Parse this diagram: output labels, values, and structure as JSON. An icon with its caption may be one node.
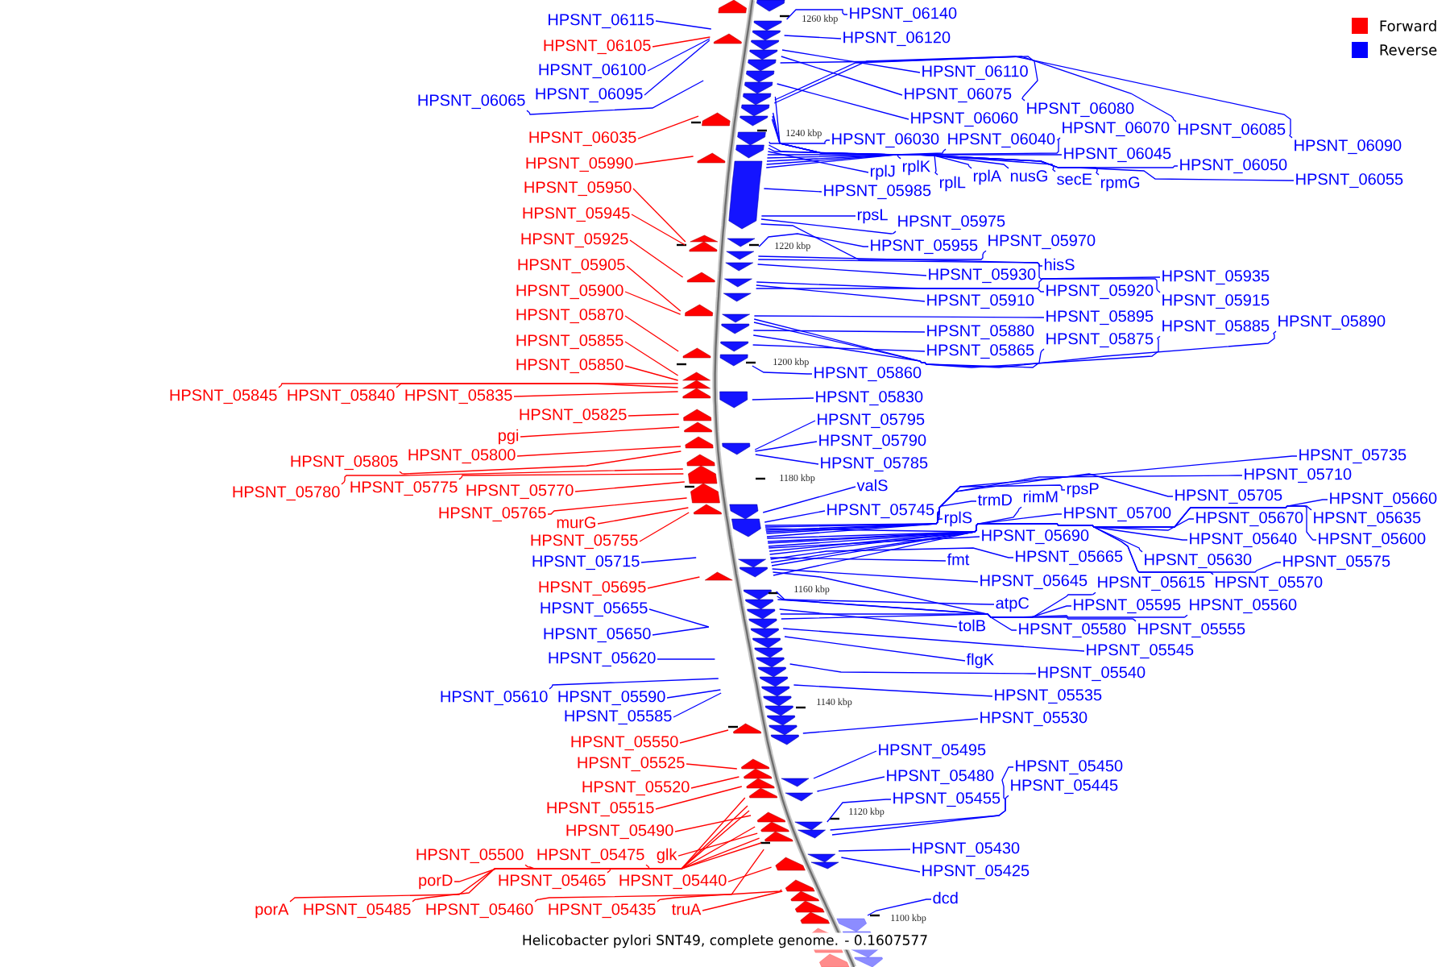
{
  "diagram": {
    "caption": "Helicobacter pylori SNT49, complete genome. - 0.1607577",
    "nodes": [
      {
        "text": [
          "HPSNT_06115"
        ]
      },
      {
        "text": [
          "HPSNT_06105"
        ]
      },
      {
        "text": [
          "HPSNT_06100"
        ]
      },
      {
        "text": [
          "HPSNT_06095"
        ]
      },
      {
        "text": [
          "HPSNT_06065"
        ]
      },
      {
        "text": [
          "HPSNT_06035"
        ]
      },
      {
        "text": [
          "HPSNT_05990"
        ]
      },
      {
        "text": [
          "HPSNT_05950"
        ]
      },
      {
        "text": [
          "HPSNT_05945"
        ]
      },
      {
        "text": [
          "HPSNT_05925"
        ]
      },
      {
        "text": [
          "HPSNT_05905"
        ]
      },
      {
        "text": [
          "HPSNT_05900"
        ]
      },
      {
        "text": [
          "HPSNT_05870"
        ]
      },
      {
        "text": [
          "HPSNT_05855"
        ]
      },
      {
        "text": [
          "HPSNT_05850"
        ]
      },
      {
        "text": [
          "HPSNT_05845"
        ]
      },
      {
        "text": [
          "HPSNT_05840"
        ]
      },
      {
        "text": [
          "HPSNT_05835"
        ]
      },
      {
        "text": [
          "HPSNT_05825"
        ]
      },
      {
        "text": [
          "pgi"
        ]
      },
      {
        "text": [
          "HPSNT_05805"
        ]
      },
      {
        "text": [
          "HPSNT_05800"
        ]
      },
      {
        "text": [
          "HPSNT_05780"
        ]
      },
      {
        "text": [
          "HPSNT_05775"
        ]
      },
      {
        "text": [
          "HPSNT_05770"
        ]
      },
      {
        "text": [
          "HPSNT_05765"
        ]
      },
      {
        "text": [
          "murG"
        ]
      },
      {
        "text": [
          "HPSNT_05755"
        ]
      },
      {
        "text": [
          "HPSNT_05715"
        ]
      },
      {
        "text": [
          "HPSNT_05695"
        ]
      },
      {
        "text": [
          "HPSNT_05655"
        ]
      },
      {
        "text": [
          "HPSNT_05650"
        ]
      },
      {
        "text": [
          "HPSNT_05620"
        ]
      },
      {
        "text": [
          "HPSNT_05610"
        ]
      },
      {
        "text": [
          "HPSNT_05590"
        ]
      },
      {
        "text": [
          "HPSNT_05585"
        ]
      },
      {
        "text": [
          "HPSNT_05550"
        ]
      },
      {
        "text": [
          "HPSNT_05525"
        ]
      },
      {
        "text": [
          "HPSNT_05520"
        ]
      },
      {
        "text": [
          "HPSNT_05515"
        ]
      },
      {
        "text": [
          "HPSNT_05490"
        ]
      },
      {
        "text": [
          "HPSNT_05500"
        ]
      },
      {
        "text": [
          "HPSNT_05475"
        ]
      },
      {
        "text": [
          "glk"
        ]
      },
      {
        "text": [
          "porD"
        ]
      },
      {
        "text": [
          "HPSNT_05465"
        ]
      },
      {
        "text": [
          "HPSNT_05440"
        ]
      },
      {
        "text": [
          "porA"
        ]
      },
      {
        "text": [
          "HPSNT_05485"
        ]
      },
      {
        "text": [
          "HPSNT_05460"
        ]
      },
      {
        "text": [
          "HPSNT_05435"
        ]
      },
      {
        "text": [
          "truA"
        ]
      },
      {
        "text": [
          "HPSNT_06140"
        ]
      },
      {
        "text": [
          "HPSNT_06120"
        ]
      },
      {
        "text": [
          "HPSNT_06110"
        ]
      },
      {
        "text": [
          "HPSNT_06075"
        ]
      },
      {
        "text": [
          "HPSNT_06080"
        ]
      },
      {
        "text": [
          "HPSNT_06060"
        ]
      },
      {
        "text": [
          "HPSNT_06070"
        ]
      },
      {
        "text": [
          "HPSNT_06085"
        ]
      },
      {
        "text": [
          "HPSNT_06090"
        ]
      },
      {
        "text": [
          "HPSNT_06030"
        ]
      },
      {
        "text": [
          "HPSNT_06040"
        ]
      },
      {
        "text": [
          "HPSNT_06045"
        ]
      },
      {
        "text": [
          "HPSNT_06050"
        ]
      },
      {
        "text": [
          "HPSNT_06055"
        ]
      },
      {
        "text": [
          "rplJ"
        ]
      },
      {
        "text": [
          "rplK"
        ]
      },
      {
        "text": [
          "rplL"
        ]
      },
      {
        "text": [
          "rplA"
        ]
      },
      {
        "text": [
          "nusG"
        ]
      },
      {
        "text": [
          "secE"
        ]
      },
      {
        "text": [
          "rpmG"
        ]
      },
      {
        "text": [
          "HPSNT_05985"
        ]
      },
      {
        "text": [
          "rpsL"
        ]
      },
      {
        "text": [
          "HPSNT_05975"
        ]
      },
      {
        "text": [
          "HPSNT_05970"
        ]
      },
      {
        "text": [
          "HPSNT_05955"
        ]
      },
      {
        "text": [
          "hisS"
        ]
      },
      {
        "text": [
          "HPSNT_05930"
        ]
      },
      {
        "text": [
          "HPSNT_05935"
        ]
      },
      {
        "text": [
          "HPSNT_05920"
        ]
      },
      {
        "text": [
          "HPSNT_05910"
        ]
      },
      {
        "text": [
          "HPSNT_05915"
        ]
      },
      {
        "text": [
          "HPSNT_05895"
        ]
      },
      {
        "text": [
          "HPSNT_05890"
        ]
      },
      {
        "text": [
          "HPSNT_05885"
        ]
      },
      {
        "text": [
          "HPSNT_05880"
        ]
      },
      {
        "text": [
          "HPSNT_05875"
        ]
      },
      {
        "text": [
          "HPSNT_05865"
        ]
      },
      {
        "text": [
          "HPSNT_05860"
        ]
      },
      {
        "text": [
          "HPSNT_05830"
        ]
      },
      {
        "text": [
          "HPSNT_05795"
        ]
      },
      {
        "text": [
          "HPSNT_05790"
        ]
      },
      {
        "text": [
          "HPSNT_05785"
        ]
      },
      {
        "text": [
          "HPSNT_05735"
        ]
      },
      {
        "text": [
          "HPSNT_05710"
        ]
      },
      {
        "text": [
          "valS"
        ]
      },
      {
        "text": [
          "rpsP"
        ]
      },
      {
        "text": [
          "rimM"
        ]
      },
      {
        "text": [
          "trmD"
        ]
      },
      {
        "text": [
          "HPSNT_05705"
        ]
      },
      {
        "text": [
          "HPSNT_05660"
        ]
      },
      {
        "text": [
          "HPSNT_05745"
        ]
      },
      {
        "text": [
          "rplS"
        ]
      },
      {
        "text": [
          "HPSNT_05700"
        ]
      },
      {
        "text": [
          "HPSNT_05670"
        ]
      },
      {
        "text": [
          "HPSNT_05635"
        ]
      },
      {
        "text": [
          "HPSNT_05690"
        ]
      },
      {
        "text": [
          "HPSNT_05640"
        ]
      },
      {
        "text": [
          "HPSNT_05600"
        ]
      },
      {
        "text": [
          "fmt"
        ]
      },
      {
        "text": [
          "HPSNT_05665"
        ]
      },
      {
        "text": [
          "HPSNT_05630"
        ]
      },
      {
        "text": [
          "HPSNT_05575"
        ]
      },
      {
        "text": [
          "HPSNT_05645"
        ]
      },
      {
        "text": [
          "HPSNT_05615"
        ]
      },
      {
        "text": [
          "HPSNT_05570"
        ]
      },
      {
        "text": [
          "atpC"
        ]
      },
      {
        "text": [
          "HPSNT_05595"
        ]
      },
      {
        "text": [
          "HPSNT_05560"
        ]
      },
      {
        "text": [
          "tolB"
        ]
      },
      {
        "text": [
          "HPSNT_05580"
        ]
      },
      {
        "text": [
          "HPSNT_05555"
        ]
      },
      {
        "text": [
          "HPSNT_05545"
        ]
      },
      {
        "text": [
          "flgK"
        ]
      },
      {
        "text": [
          "HPSNT_05540"
        ]
      },
      {
        "text": [
          "HPSNT_05535"
        ]
      },
      {
        "text": [
          "HPSNT_05530"
        ]
      },
      {
        "text": [
          "HPSNT_05495"
        ]
      },
      {
        "text": [
          "HPSNT_05450"
        ]
      },
      {
        "text": [
          "HPSNT_05480"
        ]
      },
      {
        "text": [
          "HPSNT_05445"
        ]
      },
      {
        "text": [
          "HPSNT_05455"
        ]
      },
      {
        "text": [
          "HPSNT_05430"
        ]
      },
      {
        "text": [
          "HPSNT_05425"
        ]
      },
      {
        "text": [
          "dcd"
        ]
      },
      {
        "text": [],
        "shape": "picture"
      }
    ],
    "edges": [
      {
        "from": 0,
        "to": 137,
        "arrow": "none"
      },
      {
        "from": 1,
        "to": 137,
        "arrow": "none",
        "color": "#ff0000"
      },
      {
        "from": 2,
        "to": 137,
        "arrow": "none"
      },
      {
        "from": 3,
        "to": 137,
        "arrow": "none"
      },
      {
        "from": 4,
        "to": 137,
        "arrow": "none"
      },
      {
        "from": 5,
        "to": 137,
        "arrow": "none",
        "color": "#ff0000"
      },
      {
        "from": 6,
        "to": 137,
        "arrow": "none",
        "color": "#ff0000"
      },
      {
        "from": 7,
        "to": 137,
        "arrow": "none",
        "color": "#ff0000"
      },
      {
        "from": 8,
        "to": 137,
        "arrow": "none",
        "color": "#ff0000"
      },
      {
        "from": 9,
        "to": 137,
        "arrow": "none",
        "color": "#ff0000"
      },
      {
        "from": 10,
        "to": 137,
        "arrow": "none",
        "color": "#ff0000"
      },
      {
        "from": 11,
        "to": 137,
        "arrow": "none",
        "color": "#ff0000"
      },
      {
        "from": 12,
        "to": 137,
        "arrow": "none",
        "color": "#ff0000"
      },
      {
        "from": 13,
        "to": 137,
        "arrow": "none",
        "color": "#ff0000"
      },
      {
        "from": 14,
        "to": 137,
        "arrow": "none",
        "color": "#ff0000"
      },
      {
        "from": 15,
        "to": 137,
        "arrow": "none",
        "color": "#ff0000"
      },
      {
        "from": 16,
        "to": 137,
        "arrow": "none",
        "color": "#ff0000"
      },
      {
        "from": 17,
        "to": 137,
        "arrow": "none",
        "color": "#ff0000"
      },
      {
        "from": 18,
        "to": 137,
        "arrow": "none",
        "color": "#ff0000"
      },
      {
        "from": 19,
        "to": 137,
        "arrow": "none",
        "color": "#ff0000"
      },
      {
        "from": 20,
        "to": 137,
        "arrow": "none",
        "color": "#ff0000"
      },
      {
        "from": 21,
        "to": 137,
        "arrow": "none",
        "color": "#ff0000"
      },
      {
        "from": 22,
        "to": 137,
        "arrow": "none",
        "color": "#ff0000"
      },
      {
        "from": 23,
        "to": 137,
        "arrow": "none",
        "color": "#ff0000"
      },
      {
        "from": 24,
        "to": 137,
        "arrow": "none",
        "color": "#ff0000"
      },
      {
        "from": 25,
        "to": 137,
        "arrow": "none",
        "color": "#ff0000"
      },
      {
        "from": 26,
        "to": 137,
        "arrow": "none",
        "color": "#ff0000"
      },
      {
        "from": 27,
        "to": 137,
        "arrow": "none",
        "color": "#ff0000"
      },
      {
        "from": 28,
        "to": 137,
        "arrow": "none"
      },
      {
        "from": 29,
        "to": 137,
        "arrow": "none",
        "color": "#ff0000"
      },
      {
        "from": 30,
        "to": 137,
        "arrow": "none"
      },
      {
        "from": 31,
        "to": 137,
        "arrow": "none"
      },
      {
        "from": 32,
        "to": 137,
        "arrow": "none"
      },
      {
        "from": 33,
        "to": 137,
        "arrow": "none"
      },
      {
        "from": 34,
        "to": 137,
        "arrow": "none"
      },
      {
        "from": 35,
        "to": 137,
        "arrow": "none"
      },
      {
        "from": 36,
        "to": 137,
        "arrow": "none",
        "color": "#ff0000"
      },
      {
        "from": 37,
        "to": 137,
        "arrow": "none",
        "color": "#ff0000"
      },
      {
        "from": 38,
        "to": 137,
        "arrow": "none",
        "color": "#ff0000"
      },
      {
        "from": 39,
        "to": 137,
        "arrow": "none",
        "color": "#ff0000"
      },
      {
        "from": 40,
        "to": 137,
        "arrow": "none",
        "color": "#ff0000"
      },
      {
        "from": 41,
        "to": 137,
        "arrow": "none",
        "color": "#ff0000"
      },
      {
        "from": 42,
        "to": 137,
        "arrow": "none",
        "color": "#ff0000"
      },
      {
        "from": 43,
        "to": 137,
        "arrow": "none",
        "color": "#ff0000"
      },
      {
        "from": 44,
        "to": 137,
        "arrow": "none",
        "color": "#ff0000"
      },
      {
        "from": 45,
        "to": 137,
        "arrow": "none",
        "color": "#ff0000"
      },
      {
        "from": 46,
        "to": 137,
        "arrow": "none",
        "color": "#ff0000"
      },
      {
        "from": 47,
        "to": 137,
        "arrow": "none",
        "color": "#ff0000"
      },
      {
        "from": 48,
        "to": 137,
        "arrow": "none",
        "color": "#ff0000"
      },
      {
        "from": 49,
        "to": 137,
        "arrow": "none",
        "color": "#ff0000"
      },
      {
        "from": 50,
        "to": 137,
        "arrow": "none",
        "color": "#ff0000"
      },
      {
        "from": 51,
        "to": 137,
        "arrow": "none",
        "color": "#ff0000"
      },
      {
        "from": 52,
        "to": 137,
        "arrow": "none"
      },
      {
        "from": 53,
        "to": 137,
        "arrow": "none"
      },
      {
        "from": 54,
        "to": 137,
        "arrow": "none"
      },
      {
        "from": 55,
        "to": 137,
        "arrow": "none"
      },
      {
        "from": 56,
        "to": 137,
        "arrow": "none"
      },
      {
        "from": 57,
        "to": 137,
        "arrow": "none"
      },
      {
        "from": 58,
        "to": 137,
        "arrow": "none"
      },
      {
        "from": 59,
        "to": 137,
        "arrow": "none"
      },
      {
        "from": 60,
        "to": 137,
        "arrow": "none"
      },
      {
        "from": 61,
        "to": 137,
        "arrow": "none"
      },
      {
        "from": 62,
        "to": 137,
        "arrow": "none"
      },
      {
        "from": 63,
        "to": 137,
        "arrow": "none"
      },
      {
        "from": 64,
        "to": 137,
        "arrow": "none"
      },
      {
        "from": 65,
        "to": 137,
        "arrow": "none"
      },
      {
        "from": 66,
        "to": 137,
        "arrow": "none"
      },
      {
        "from": 67,
        "to": 137,
        "arrow": "none"
      },
      {
        "from": 68,
        "to": 137,
        "arrow": "none"
      },
      {
        "from": 69,
        "to": 137,
        "arrow": "none"
      },
      {
        "from": 70,
        "to": 137,
        "arrow": "none"
      },
      {
        "from": 71,
        "to": 137,
        "arrow": "none"
      },
      {
        "from": 72,
        "to": 137,
        "arrow": "none"
      },
      {
        "from": 73,
        "to": 137,
        "arrow": "none"
      },
      {
        "from": 74,
        "to": 137,
        "arrow": "none"
      },
      {
        "from": 75,
        "to": 137,
        "arrow": "none"
      },
      {
        "from": 76,
        "to": 137,
        "arrow": "none"
      },
      {
        "from": 77,
        "to": 137,
        "arrow": "none"
      },
      {
        "from": 78,
        "to": 137,
        "arrow": "none"
      },
      {
        "from": 79,
        "to": 137,
        "arrow": "none"
      },
      {
        "from": 80,
        "to": 137,
        "arrow": "none"
      },
      {
        "from": 81,
        "to": 137,
        "arrow": "none"
      },
      {
        "from": 82,
        "to": 137,
        "arrow": "none"
      },
      {
        "from": 83,
        "to": 137,
        "arrow": "none"
      },
      {
        "from": 84,
        "to": 137,
        "arrow": "none"
      },
      {
        "from": 85,
        "to": 137,
        "arrow": "none"
      },
      {
        "from": 86,
        "to": 137,
        "arrow": "none"
      },
      {
        "from": 87,
        "to": 137,
        "arrow": "none"
      },
      {
        "from": 88,
        "to": 137,
        "arrow": "none"
      },
      {
        "from": 89,
        "to": 137,
        "arrow": "none"
      },
      {
        "from": 90,
        "to": 137,
        "arrow": "none"
      },
      {
        "from": 91,
        "to": 137,
        "arrow": "none"
      },
      {
        "from": 92,
        "to": 137,
        "arrow": "none"
      },
      {
        "from": 93,
        "to": 137,
        "arrow": "none"
      },
      {
        "from": 94,
        "to": 137,
        "arrow": "none"
      },
      {
        "from": 95,
        "to": 137,
        "arrow": "none"
      },
      {
        "from": 96,
        "to": 137,
        "arrow": "none"
      },
      {
        "from": 97,
        "to": 137,
        "arrow": "none"
      },
      {
        "from": 98,
        "to": 137,
        "arrow": "none"
      },
      {
        "from": 99,
        "to": 137,
        "arrow": "none"
      },
      {
        "from": 100,
        "to": 137,
        "arrow": "none"
      },
      {
        "from": 101,
        "to": 137,
        "arrow": "none"
      },
      {
        "from": 102,
        "to": 137,
        "arrow": "none"
      },
      {
        "from": 103,
        "to": 137,
        "arrow": "none"
      },
      {
        "from": 104,
        "to": 137,
        "arrow": "none"
      },
      {
        "from": 105,
        "to": 137,
        "arrow": "none"
      },
      {
        "from": 106,
        "to": 137,
        "arrow": "none"
      },
      {
        "from": 107,
        "to": 137,
        "arrow": "none"
      },
      {
        "from": 108,
        "to": 137,
        "arrow": "none"
      },
      {
        "from": 109,
        "to": 137,
        "arrow": "none"
      },
      {
        "from": 110,
        "to": 137,
        "arrow": "none"
      },
      {
        "from": 111,
        "to": 137,
        "arrow": "none"
      },
      {
        "from": 112,
        "to": 137,
        "arrow": "none"
      },
      {
        "from": 113,
        "to": 137,
        "arrow": "none"
      },
      {
        "from": 114,
        "to": 137,
        "arrow": "none"
      },
      {
        "from": 115,
        "to": 137,
        "arrow": "none"
      },
      {
        "from": 116,
        "to": 137,
        "arrow": "none"
      },
      {
        "from": 117,
        "to": 137,
        "arrow": "none"
      },
      {
        "from": 118,
        "to": 137,
        "arrow": "none"
      },
      {
        "from": 119,
        "to": 137,
        "arrow": "none"
      },
      {
        "from": 120,
        "to": 137,
        "arrow": "none"
      },
      {
        "from": 121,
        "to": 137,
        "arrow": "none"
      },
      {
        "from": 122,
        "to": 137,
        "arrow": "none"
      },
      {
        "from": 123,
        "to": 137,
        "arrow": "none"
      },
      {
        "from": 124,
        "to": 137,
        "arrow": "none"
      },
      {
        "from": 125,
        "to": 137,
        "arrow": "none"
      },
      {
        "from": 126,
        "to": 137,
        "arrow": "none"
      },
      {
        "from": 127,
        "to": 137,
        "arrow": "none"
      },
      {
        "from": 128,
        "to": 137,
        "arrow": "none"
      },
      {
        "from": 129,
        "to": 137,
        "arrow": "none"
      },
      {
        "from": 130,
        "to": 137,
        "arrow": "none"
      },
      {
        "from": 131,
        "to": 137,
        "arrow": "none"
      },
      {
        "from": 132,
        "to": 137,
        "arrow": "none"
      },
      {
        "from": 133,
        "to": 137,
        "arrow": "none"
      },
      {
        "from": 134,
        "to": 137,
        "arrow": "none"
      },
      {
        "from": 135,
        "to": 137,
        "arrow": "none"
      },
      {
        "from": 136,
        "to": 137,
        "arrow": "none"
      }
    ],
    "labels": [
      "1260 kbp",
      "1240 kbp",
      "1220 kbp",
      "1200 kbp",
      "1180 kbp",
      "1160 kbp",
      "1140 kbp",
      "1120 kbp",
      "1100 kbp"
    ],
    "legend": [
      {
        "text": "Forward",
        "color": "#ff0000"
      },
      {
        "text": "Reverse",
        "color": "#0000ff"
      }
    ]
  }
}
